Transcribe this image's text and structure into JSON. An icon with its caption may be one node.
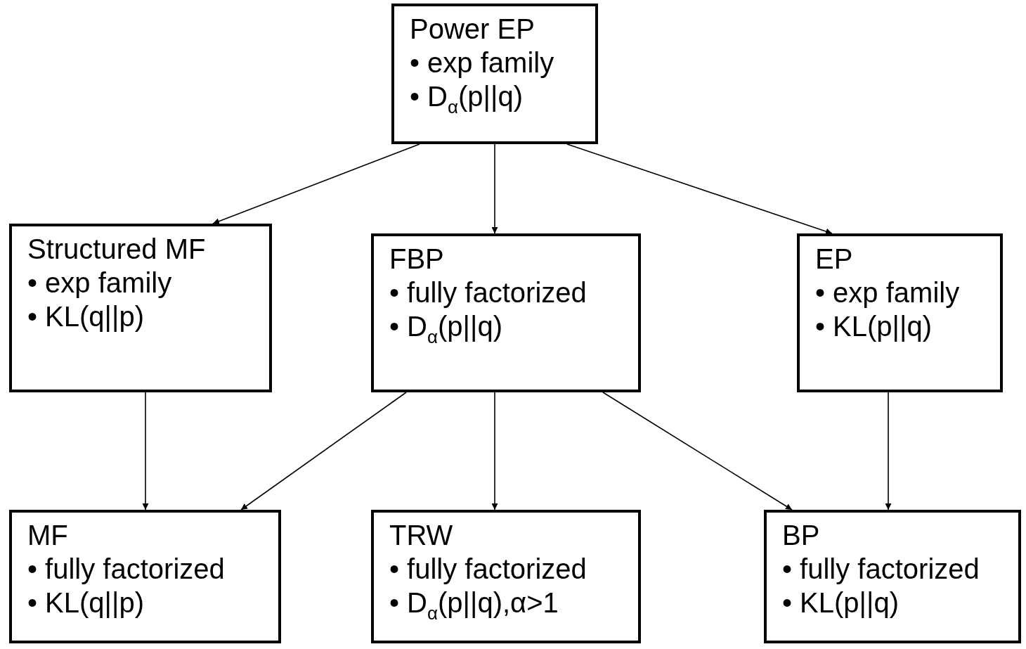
{
  "diagram": {
    "nodes": [
      {
        "text": [
          "Power EP",
          "• exp family",
          "• D$_{α}$(p||q)"
        ]
      },
      {
        "text": [
          "Structured MF",
          "• exp family",
          "• KL(q||p)"
        ]
      },
      {
        "text": [
          "FBP",
          "• fully factorized",
          "• D$_{α}$(p||q)"
        ]
      },
      {
        "text": [
          "EP",
          "• exp family",
          "• KL(p||q)"
        ]
      },
      {
        "text": [
          "MF",
          "• fully factorized",
          "• KL(q||p)"
        ]
      },
      {
        "text": [
          "TRW",
          "• fully factorized",
          "• D$_{α}$(p||q),α>1"
        ]
      },
      {
        "text": [
          "BP",
          "• fully factorized",
          "• KL(p||q)"
        ]
      }
    ],
    "edges": [
      {
        "from": 0,
        "to": 1,
        "arrow": "to"
      },
      {
        "from": 0,
        "to": 2,
        "arrow": "to"
      },
      {
        "from": 0,
        "to": 3,
        "arrow": "to"
      },
      {
        "from": 1,
        "to": 4,
        "arrow": "to"
      },
      {
        "from": 2,
        "to": 4,
        "arrow": "to"
      },
      {
        "from": 2,
        "to": 5,
        "arrow": "to"
      },
      {
        "from": 2,
        "to": 6,
        "arrow": "to"
      },
      {
        "from": 3,
        "to": 6,
        "arrow": "to"
      }
    ]
  }
}
